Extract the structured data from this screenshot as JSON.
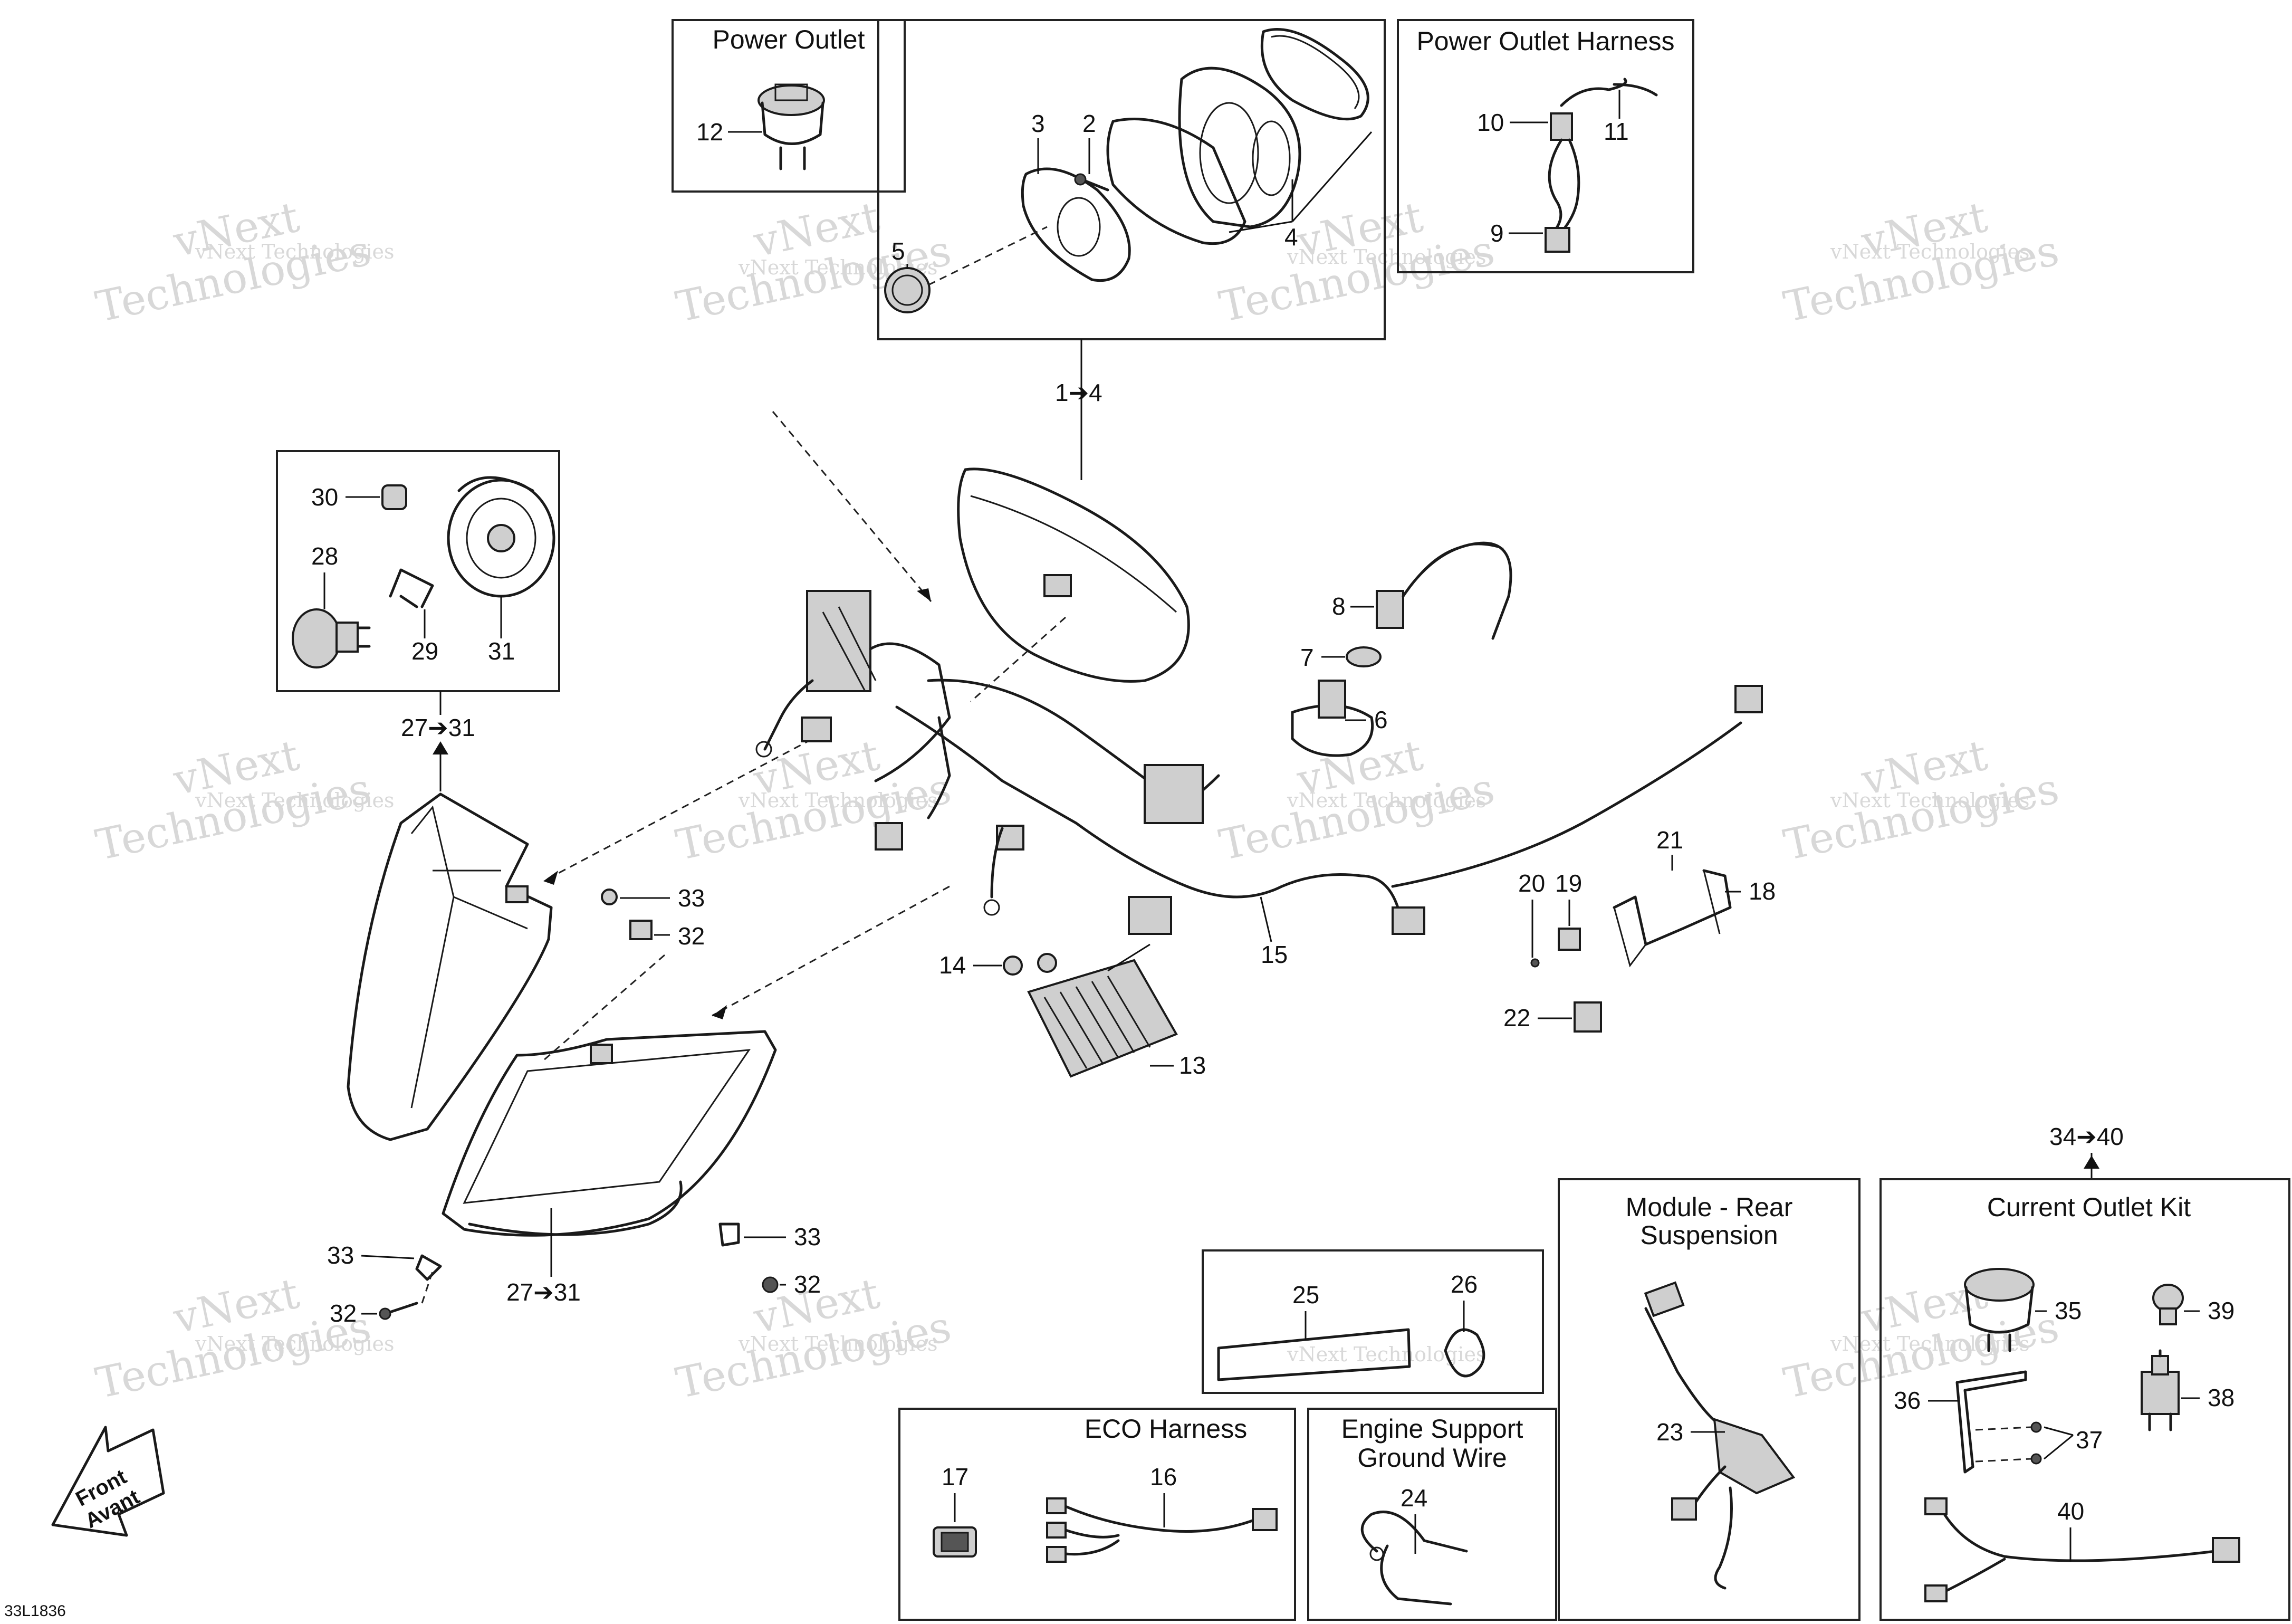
{
  "diagram_code": "33L1836",
  "front_arrow": {
    "line1": "Front",
    "line2": "Avant"
  },
  "watermark": {
    "line1": "vNext Technologies",
    "line2": "vNext",
    "line3": "Technologies"
  },
  "groups": {
    "power_outlet": "Power Outlet",
    "power_outlet_harness": "Power Outlet Harness",
    "module_rear_suspension_1": "Module - Rear",
    "module_rear_suspension_2": "Suspension",
    "current_outlet_kit": "Current Outlet Kit",
    "eco_harness": "ECO Harness",
    "engine_support_1": "Engine Support",
    "engine_support_2": "Ground Wire"
  },
  "callouts": {
    "c1to4": "1➔4",
    "c2": "2",
    "c3": "3",
    "c4": "4",
    "c5": "5",
    "c6": "6",
    "c7": "7",
    "c8": "8",
    "c9": "9",
    "c10": "10",
    "c11": "11",
    "c12": "12",
    "c13": "13",
    "c14": "14",
    "c15": "15",
    "c16": "16",
    "c17": "17",
    "c18": "18",
    "c19": "19",
    "c20": "20",
    "c21": "21",
    "c22": "22",
    "c23": "23",
    "c24": "24",
    "c25": "25",
    "c26": "26",
    "c27to31_top": "27➔31",
    "c27to31_bottom": "27➔31",
    "c28": "28",
    "c29": "29",
    "c30": "30",
    "c31": "31",
    "c32a": "32",
    "c32b": "32",
    "c32c": "32",
    "c33a": "33",
    "c33b": "33",
    "c33c": "33",
    "c34to40": "34➔40",
    "c35": "35",
    "c36": "36",
    "c37": "37",
    "c38": "38",
    "c39": "39",
    "c40": "40"
  }
}
